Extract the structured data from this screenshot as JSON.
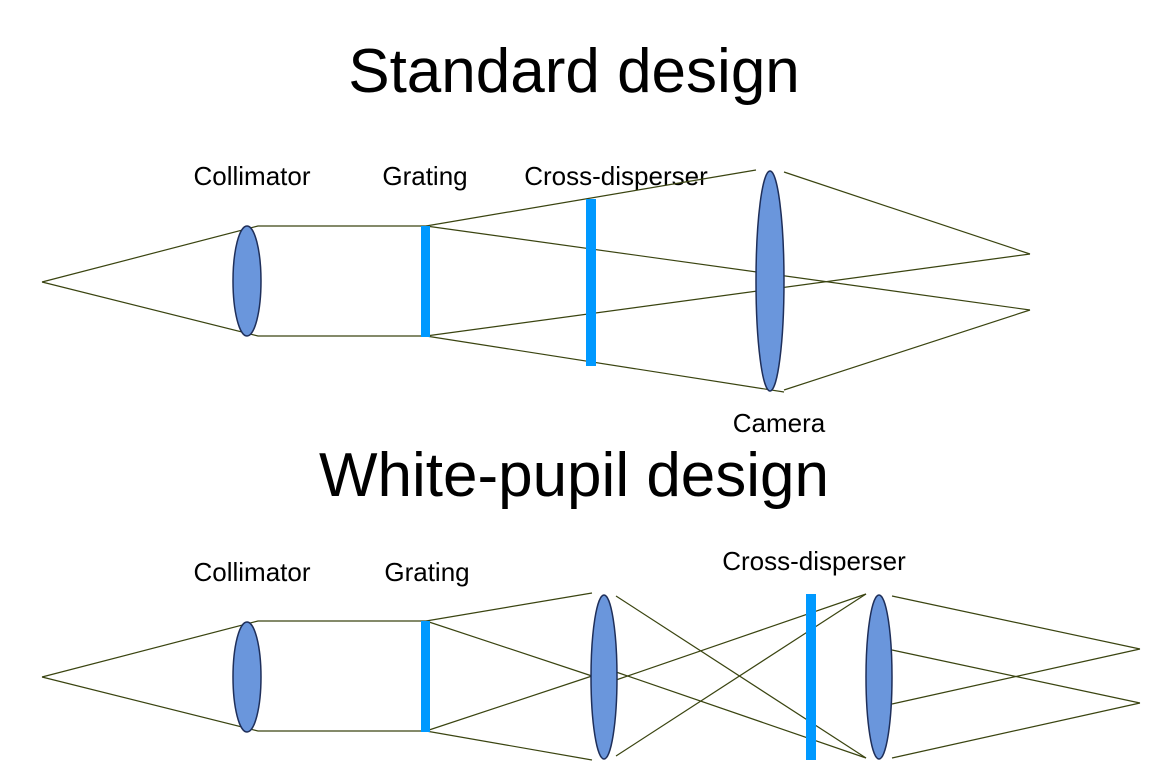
{
  "colors": {
    "lens_fill": "#6a96dc",
    "grating_fill": "#0099ff",
    "ray_stroke": "#3a4410",
    "background": "#ffffff"
  },
  "standard": {
    "title": "Standard design",
    "collimator_label": "Collimator",
    "grating_label": "Grating",
    "cross_disperser_label": "Cross-disperser",
    "camera_label": "Camera"
  },
  "white_pupil": {
    "title": "White-pupil design",
    "collimator_label": "Collimator",
    "grating_label": "Grating",
    "cross_disperser_label": "Cross-disperser"
  }
}
